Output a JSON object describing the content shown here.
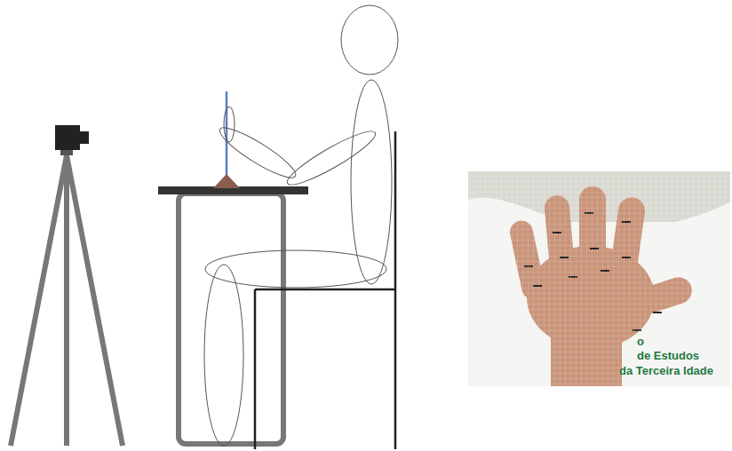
{
  "diagram": {
    "labels": [
      "o",
      "de Estudos",
      "da Terceira Idade"
    ]
  }
}
